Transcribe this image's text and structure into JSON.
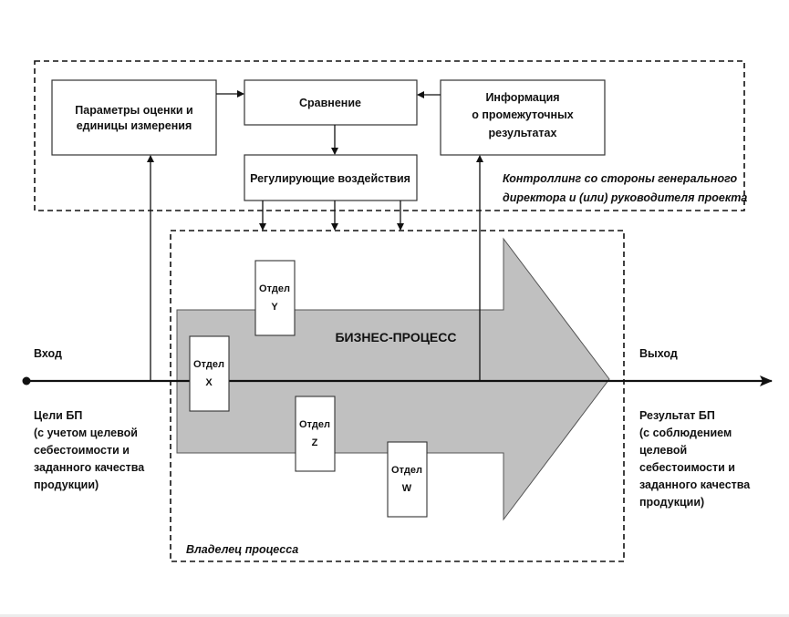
{
  "diagram": {
    "controlling_block": {
      "params_box": [
        "Параметры оценки и",
        "единицы измерения"
      ],
      "compare_box": "Сравнение",
      "info_box": [
        "Информация",
        "о промежуточных",
        "результатах"
      ],
      "regulate_box": "Регулирующие воздействия",
      "caption": [
        "Контроллинг со стороны генерального",
        "директора и (или) руководителя проекта"
      ]
    },
    "process_block": {
      "arrow_label": "БИЗНЕС-ПРОЦЕСС",
      "owner_caption": "Владелец процесса",
      "departments": [
        {
          "line1": "Отдел",
          "line2": "Y"
        },
        {
          "line1": "Отдел",
          "line2": "X"
        },
        {
          "line1": "Отдел",
          "line2": "Z"
        },
        {
          "line1": "Отдел",
          "line2": "W"
        }
      ]
    },
    "input": {
      "title": "Вход",
      "description": [
        "Цели БП",
        "(с учетом целевой",
        "себестоимости и",
        "заданного качества",
        "продукции)"
      ]
    },
    "output": {
      "title": "Выход",
      "description": [
        "Результат БП",
        "(с соблюдением",
        "целевой",
        "себестоимости и",
        "заданного качества",
        "продукции)"
      ]
    },
    "colors": {
      "process_fill": "#c0c0c0",
      "line": "#111111"
    }
  }
}
